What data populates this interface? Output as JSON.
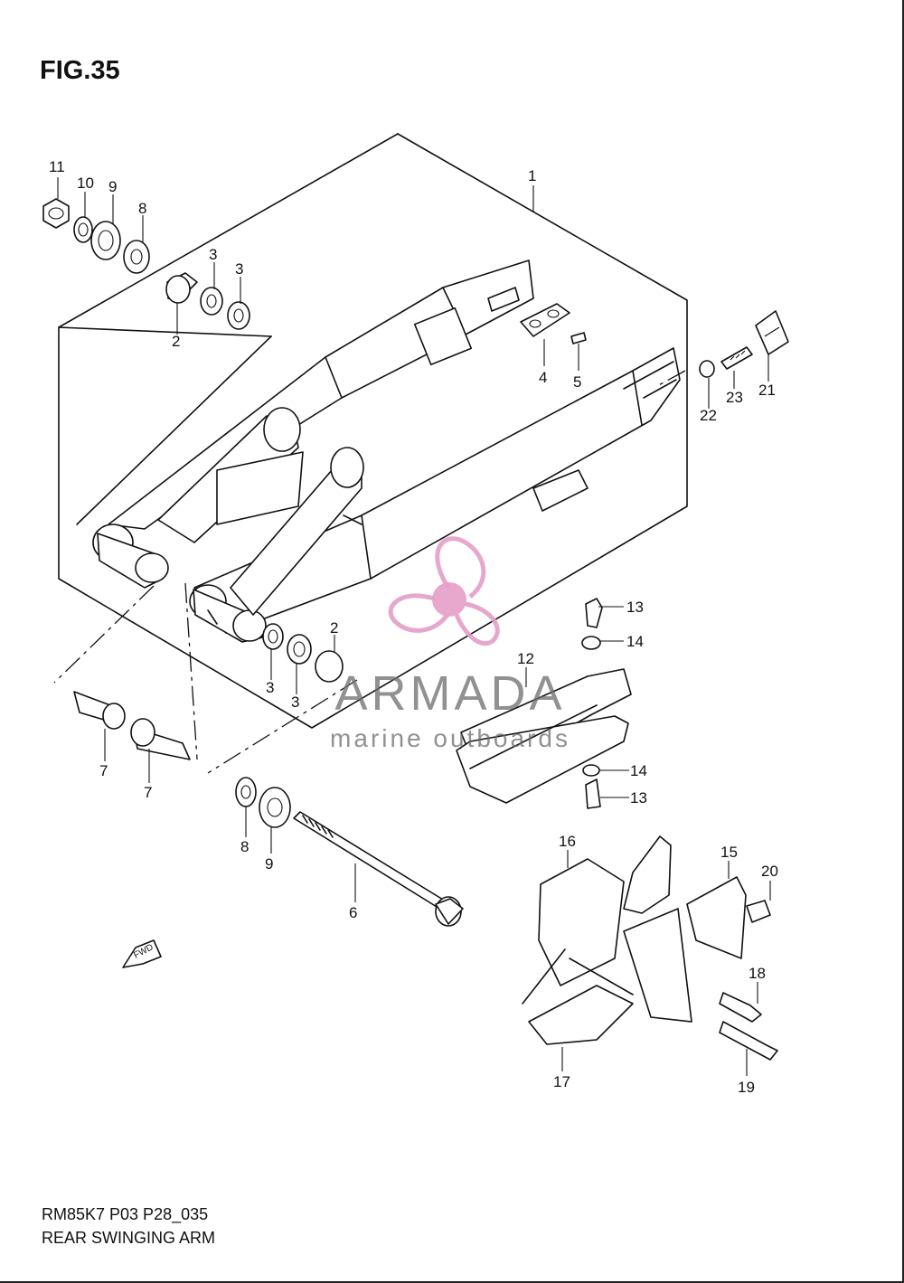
{
  "figure": {
    "title": "FIG.35",
    "code": "RM85K7 P03 P28_035",
    "description": "REAR SWINGING ARM"
  },
  "watermark": {
    "brand": "ARMADA",
    "tagline": "marine outboards",
    "logo_color": "#e59ec8",
    "text_color": "#6d6d6d"
  },
  "callouts": [
    {
      "id": "c-1",
      "label": "1"
    },
    {
      "id": "c-2a",
      "label": "2"
    },
    {
      "id": "c-2b",
      "label": "2"
    },
    {
      "id": "c-3a",
      "label": "3"
    },
    {
      "id": "c-3b",
      "label": "3"
    },
    {
      "id": "c-3c",
      "label": "3"
    },
    {
      "id": "c-3d",
      "label": "3"
    },
    {
      "id": "c-4",
      "label": "4"
    },
    {
      "id": "c-5",
      "label": "5"
    },
    {
      "id": "c-6",
      "label": "6"
    },
    {
      "id": "c-7a",
      "label": "7"
    },
    {
      "id": "c-7b",
      "label": "7"
    },
    {
      "id": "c-8a",
      "label": "8"
    },
    {
      "id": "c-8b",
      "label": "8"
    },
    {
      "id": "c-9a",
      "label": "9"
    },
    {
      "id": "c-9b",
      "label": "9"
    },
    {
      "id": "c-10",
      "label": "10"
    },
    {
      "id": "c-11",
      "label": "11"
    },
    {
      "id": "c-12",
      "label": "12"
    },
    {
      "id": "c-13a",
      "label": "13"
    },
    {
      "id": "c-13b",
      "label": "13"
    },
    {
      "id": "c-14a",
      "label": "14"
    },
    {
      "id": "c-14b",
      "label": "14"
    },
    {
      "id": "c-15",
      "label": "15"
    },
    {
      "id": "c-16",
      "label": "16"
    },
    {
      "id": "c-17",
      "label": "17"
    },
    {
      "id": "c-18",
      "label": "18"
    },
    {
      "id": "c-19",
      "label": "19"
    },
    {
      "id": "c-20",
      "label": "20"
    },
    {
      "id": "c-21",
      "label": "21"
    },
    {
      "id": "c-22",
      "label": "22"
    },
    {
      "id": "c-23",
      "label": "23"
    }
  ],
  "fwd_label": "FWD"
}
